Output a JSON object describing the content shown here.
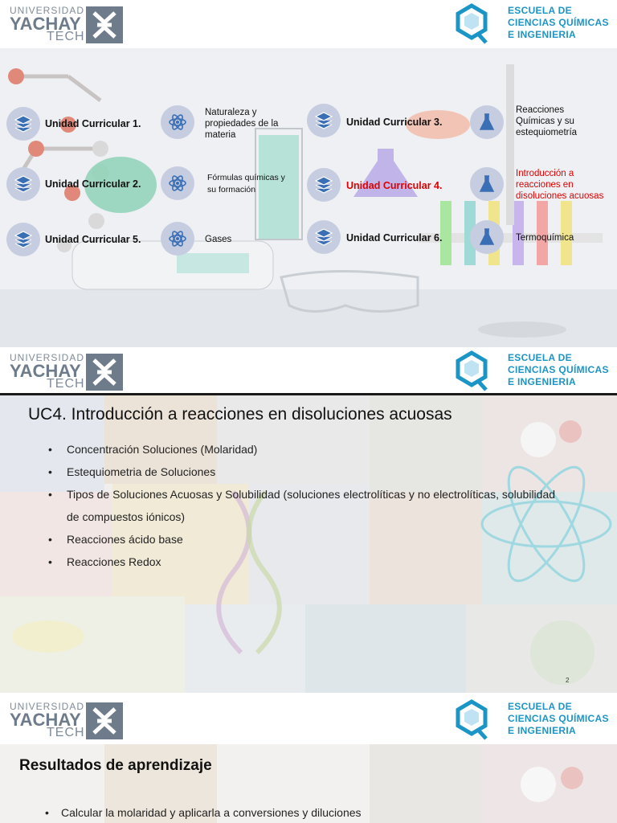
{
  "brand": {
    "university_small": "UNIVERSIDAD",
    "university_big": "YACHAY",
    "university_tech": "TECH",
    "school_line1": "ESCUELA DE",
    "school_line2": "CIENCIAS QUÍMICAS",
    "school_line3": "E INGENIERIA",
    "accent": "#1b95c6",
    "gray": "#6e7b8b"
  },
  "slide1": {
    "units": [
      {
        "label": "Unidad Curricular 1.",
        "active": false,
        "topic": [
          "Naturaleza y",
          "propiedades de la",
          "materia"
        ]
      },
      {
        "label": "Unidad Curricular 2.",
        "active": false,
        "topic": [
          "Fórmulas químicas y",
          "su formación"
        ]
      },
      {
        "label": "Unidad Curricular 5.",
        "active": false,
        "topic": [
          "Gases"
        ]
      },
      {
        "label": "Unidad Curricular 3.",
        "active": false,
        "topic": [
          "Reacciones",
          "Químicas y su",
          "estequiometría"
        ]
      },
      {
        "label": "Unidad Curricular 4.",
        "active": true,
        "topic": [
          "Introducción a",
          "reacciones en",
          "disoluciones acuosas"
        ]
      },
      {
        "label": "Unidad Curricular 6.",
        "active": false,
        "topic": [
          "Termoquímica"
        ]
      }
    ],
    "active_color": "#e00000"
  },
  "slide2": {
    "title": "UC4. Introducción a reacciones en disoluciones acuosas",
    "bullet_char": "•",
    "bullets": [
      "Concentración Soluciones (Molaridad)",
      "Estequiometria de Soluciones",
      "Tipos de Soluciones Acuosas y Solubilidad (soluciones electrolíticas y no electrolíticas, solubilidad de compuestos iónicos)",
      "Reacciones ácido base",
      "Reacciones Redox"
    ],
    "page_number": "2"
  },
  "slide3": {
    "title": "Resultados de aprendizaje",
    "bullets": [
      "Calcular la molaridad y aplicarla a conversiones y diluciones"
    ]
  }
}
